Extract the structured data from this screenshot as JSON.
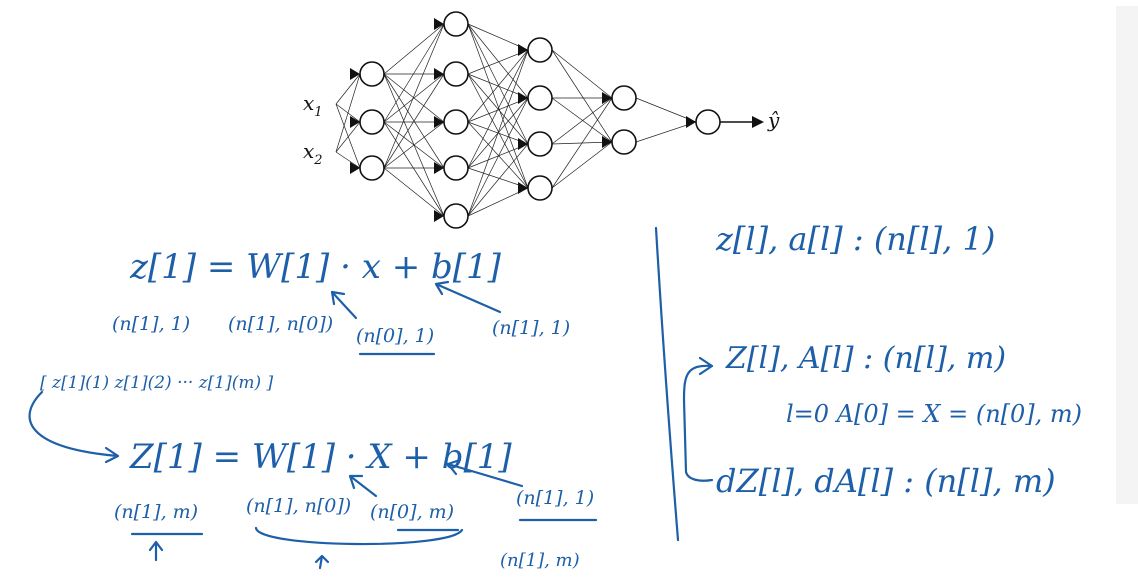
{
  "network": {
    "inputs": [
      {
        "label": "x",
        "subscript": "1"
      },
      {
        "label": "x",
        "subscript": "2"
      }
    ],
    "output_label": "ŷ",
    "layer_sizes": [
      3,
      5,
      4,
      2,
      1
    ]
  },
  "notes": {
    "single_example": {
      "equation": "z[1] = W[1] · x + b[1]",
      "dim_z": "(n[1], 1)",
      "dim_w": "(n[1], n[0])",
      "dim_x": "(n[0], 1)",
      "dim_b": "(n[1], 1)"
    },
    "stacked_columns": "[ z[1](1) z[1](2) ··· z[1](m) ]",
    "vectorized": {
      "equation": "Z[1] = W[1] · X + b[1]",
      "dim_Z": "(n[1], m)",
      "dim_W": "(n[1], n[0])",
      "dim_X": "(n[0], m)",
      "dim_b": "(n[1], 1)",
      "dim_b_broadcast": "(n[1], m)"
    },
    "summary": {
      "line1": "z[l], a[l] : (n[l], 1)",
      "line2": "Z[l], A[l] : (n[l], m)",
      "line3": "l=0   A[0] = X = (n[0], m)",
      "line4": "dZ[l], dA[l] : (n[l], m)"
    }
  },
  "colors": {
    "ink": "#1d5fa8",
    "network": "#111111"
  }
}
